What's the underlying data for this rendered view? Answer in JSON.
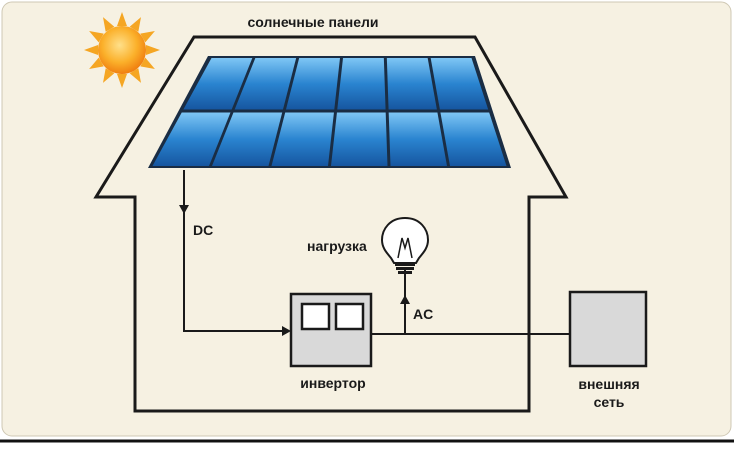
{
  "labels": {
    "solar_panels": "солнечные панели",
    "dc": "DC",
    "load": "нагрузка",
    "ac": "AC",
    "inverter": "инвертор",
    "grid_line1": "внешняя",
    "grid_line2": "сеть"
  },
  "colors": {
    "background": "#f6f1e2",
    "outline": "#1a1a1a",
    "panel_blue": "#1f6fb8",
    "panel_light": "#5db3ee",
    "sun": "#f59a1a",
    "box_fill": "#d9d9d9"
  },
  "icons": [
    "sun-icon",
    "light-bulb-icon"
  ]
}
